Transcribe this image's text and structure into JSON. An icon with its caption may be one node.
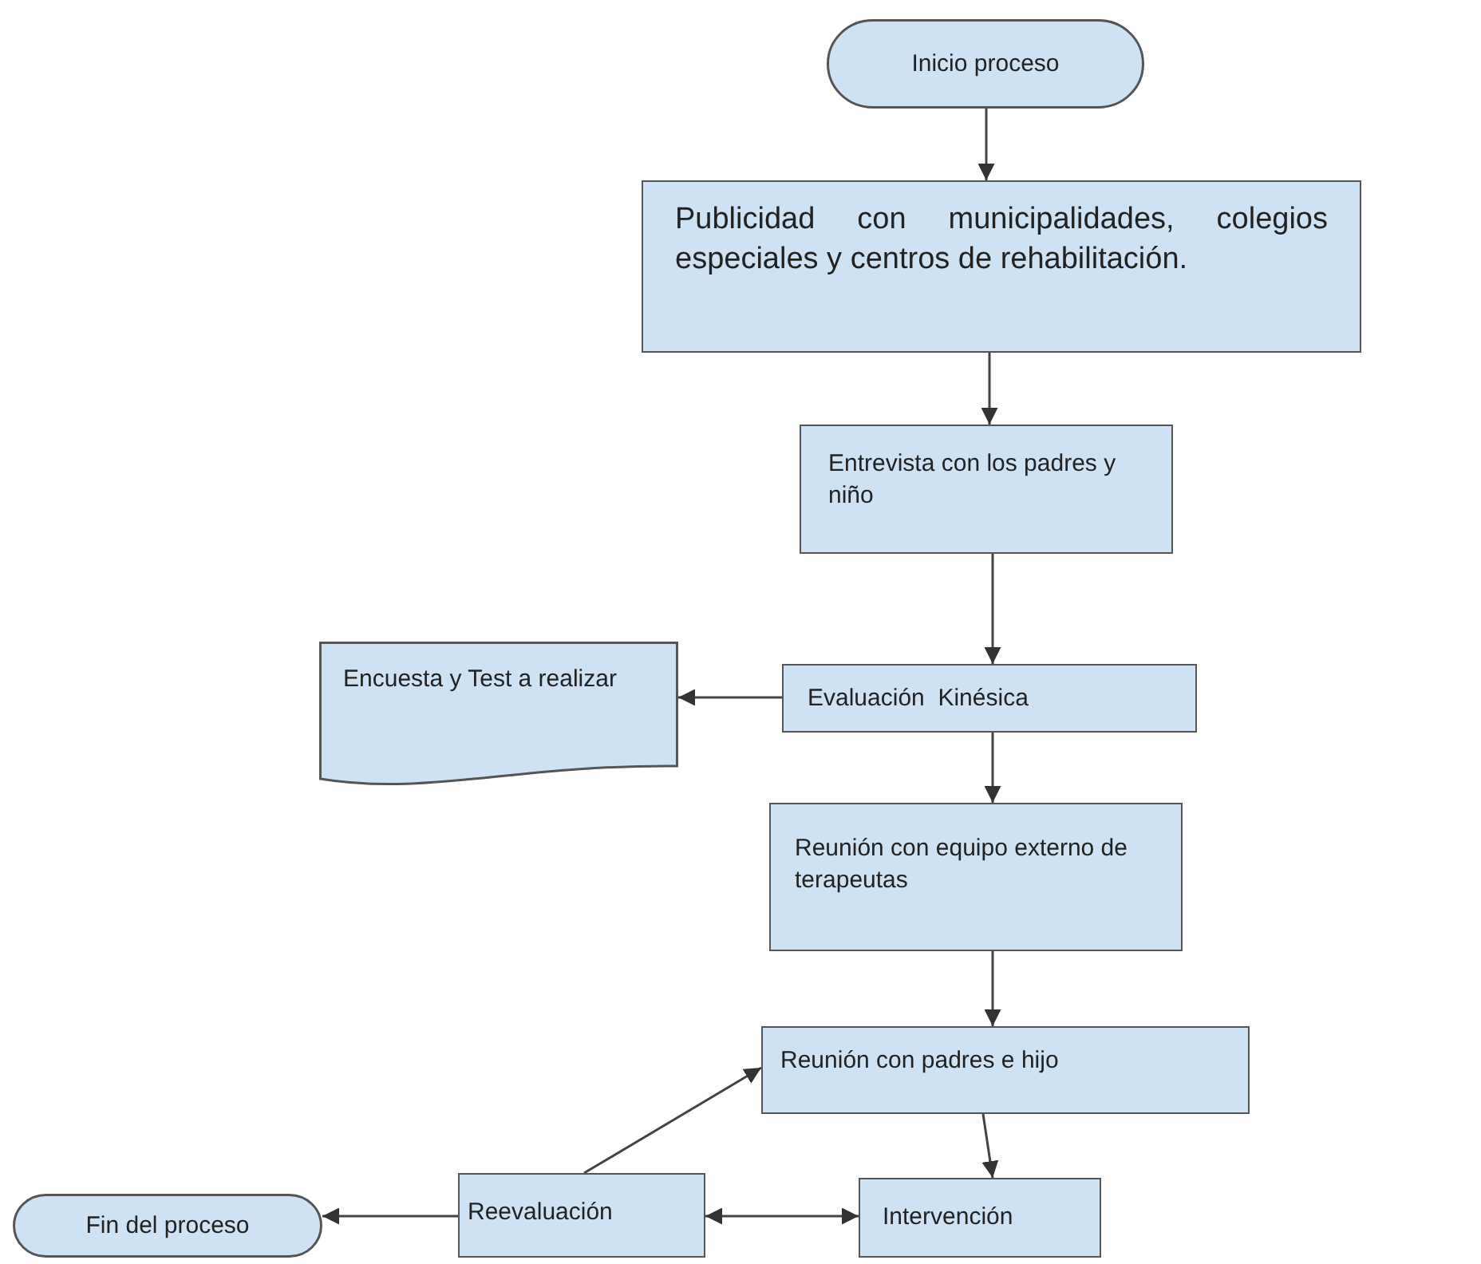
{
  "diagram": {
    "nodes": [
      {
        "text": [
          "Inicio proceso"
        ]
      },
      {
        "text": [
          "Publicidad con municipalidades, colegios especiales y centros de rehabilitación."
        ]
      },
      {
        "text": [
          "Entrevista con los padres y niño"
        ]
      },
      {
        "text": [
          "Encuesta y Test a realizar"
        ]
      },
      {
        "text": [
          "Evaluación  Kinésica"
        ]
      },
      {
        "text": [
          "Reunión con equipo externo de terapeutas"
        ]
      },
      {
        "text": [
          "Reunión con padres e hijo"
        ]
      },
      {
        "text": [
          "Fin del proceso"
        ]
      },
      {
        "text": [
          "Reevaluación"
        ]
      },
      {
        "text": [
          "Intervención"
        ]
      }
    ],
    "edges": [
      {
        "from": 0,
        "to": 1,
        "arrow": "to"
      },
      {
        "from": 1,
        "to": 2,
        "arrow": "to"
      },
      {
        "from": 2,
        "to": 4,
        "arrow": "to"
      },
      {
        "from": 4,
        "to": 3,
        "arrow": "to"
      },
      {
        "from": 4,
        "to": 5,
        "arrow": "to"
      },
      {
        "from": 5,
        "to": 6,
        "arrow": "to"
      },
      {
        "from": 6,
        "to": 9,
        "arrow": "to"
      },
      {
        "from": 8,
        "to": 6,
        "arrow": "to"
      },
      {
        "from": 8,
        "to": 7,
        "arrow": "to"
      },
      {
        "from": 8,
        "to": 9,
        "arrow": "both"
      }
    ]
  }
}
